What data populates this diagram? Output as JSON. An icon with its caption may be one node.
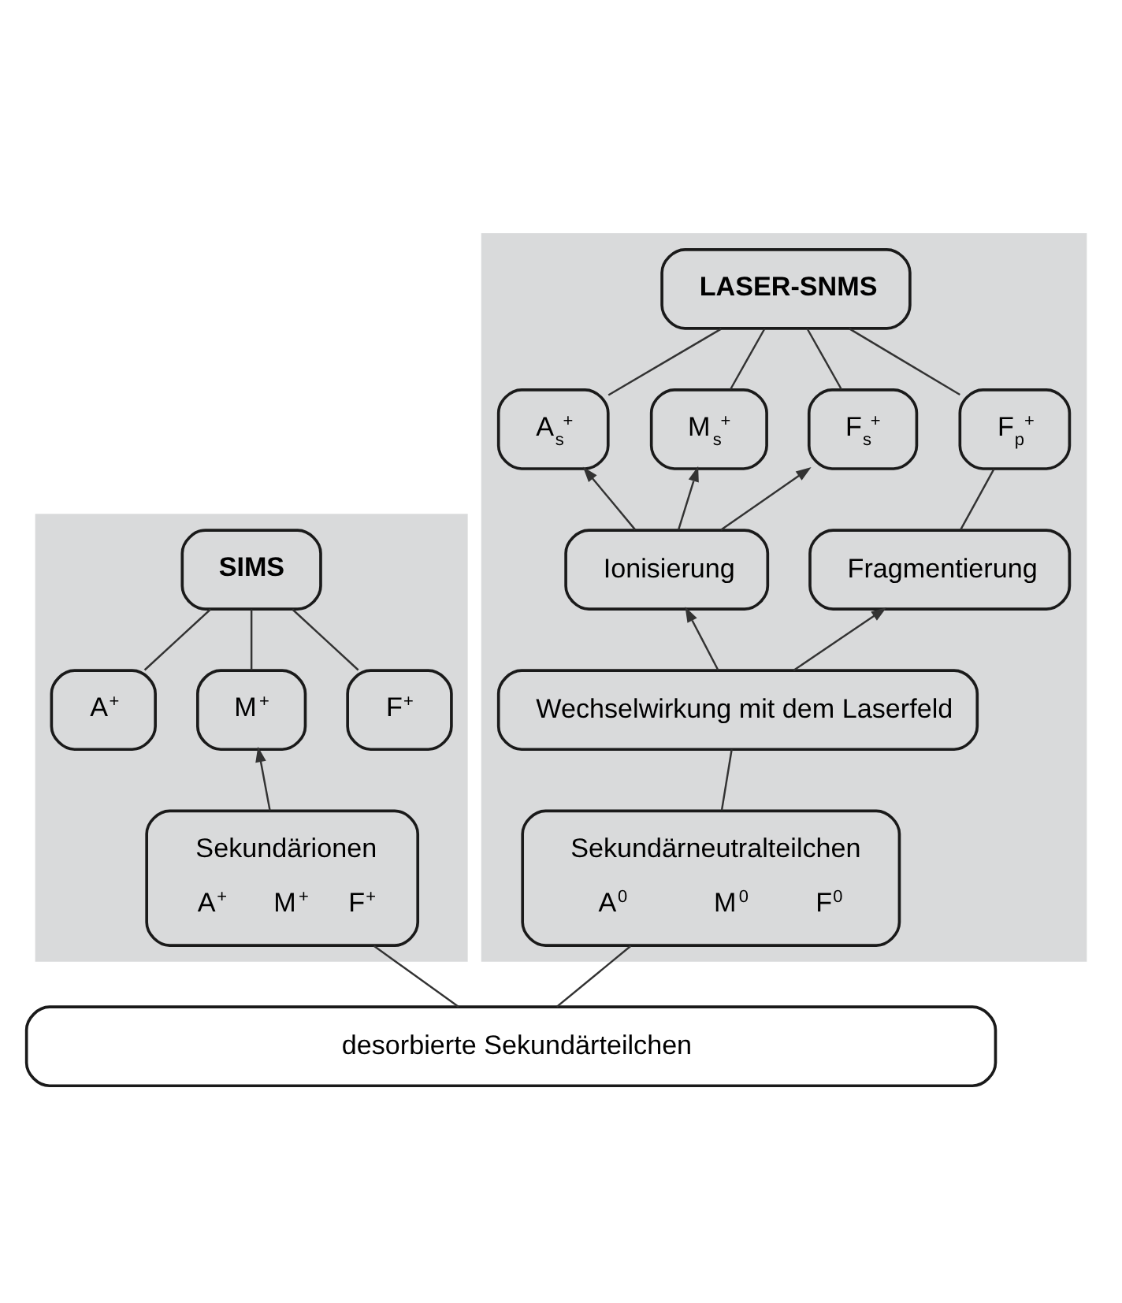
{
  "diagram": {
    "nodes": [
      {
        "text": [],
        "shape": "box"
      },
      {
        "text": [
          "SIMS"
        ],
        "in": 0
      },
      {
        "text": [
          "A$^{+}$"
        ],
        "in": 0
      },
      {
        "text": [
          "M$^{+}$"
        ],
        "in": 0
      },
      {
        "text": [
          "F$^{+}$"
        ],
        "in": 0
      },
      {
        "text": [
          "Sekundärionen",
          "A$^{+}$",
          "M$^{+}$",
          "F$^{+}$"
        ],
        "in": 0
      },
      {
        "text": [],
        "shape": "box"
      },
      {
        "text": [
          "LASER-SNMS"
        ],
        "in": 6
      },
      {
        "text": [
          "A$_{s}$$^{+}$"
        ],
        "in": 6
      },
      {
        "text": [
          "M$_{s}$$^{+}$"
        ],
        "in": 6
      },
      {
        "text": [
          "F$_{s}$$^{+}$"
        ],
        "in": 6
      },
      {
        "text": [
          "F$_{p}$$^{+}$"
        ],
        "in": 6
      },
      {
        "text": [
          "Ionisierung"
        ],
        "in": 6
      },
      {
        "text": [
          "Fragmentierung"
        ],
        "in": 6
      },
      {
        "text": [
          "Wechselwirkung mit dem Laserfeld"
        ],
        "in": 6
      },
      {
        "text": [
          "Sekundärneutralteilchen",
          "A$^{0}$",
          "M$^{0}$",
          "F$^{0}$"
        ],
        "in": 6
      },
      {
        "text": [
          "desorbierte Sekundärteilchen"
        ]
      }
    ],
    "edges": [
      {
        "from": 1,
        "to": 2,
        "arrow": "none"
      },
      {
        "from": 1,
        "to": 3,
        "arrow": "none"
      },
      {
        "from": 1,
        "to": 4,
        "arrow": "none"
      },
      {
        "from": 5,
        "to": 3,
        "arrow": "to"
      },
      {
        "from": 7,
        "to": 8,
        "arrow": "none"
      },
      {
        "from": 7,
        "to": 9,
        "arrow": "none"
      },
      {
        "from": 7,
        "to": 10,
        "arrow": "none"
      },
      {
        "from": 7,
        "to": 11,
        "arrow": "none"
      },
      {
        "from": 12,
        "to": 8,
        "arrow": "to"
      },
      {
        "from": 12,
        "to": 9,
        "arrow": "to"
      },
      {
        "from": 12,
        "to": 10,
        "arrow": "to"
      },
      {
        "from": 13,
        "to": 11,
        "arrow": "none"
      },
      {
        "from": 14,
        "to": 12,
        "arrow": "to"
      },
      {
        "from": 14,
        "to": 13,
        "arrow": "to"
      },
      {
        "from": 15,
        "to": 14,
        "arrow": "none"
      },
      {
        "from": 16,
        "to": 5,
        "arrow": "none"
      },
      {
        "from": 16,
        "to": 15,
        "arrow": "none"
      }
    ]
  }
}
